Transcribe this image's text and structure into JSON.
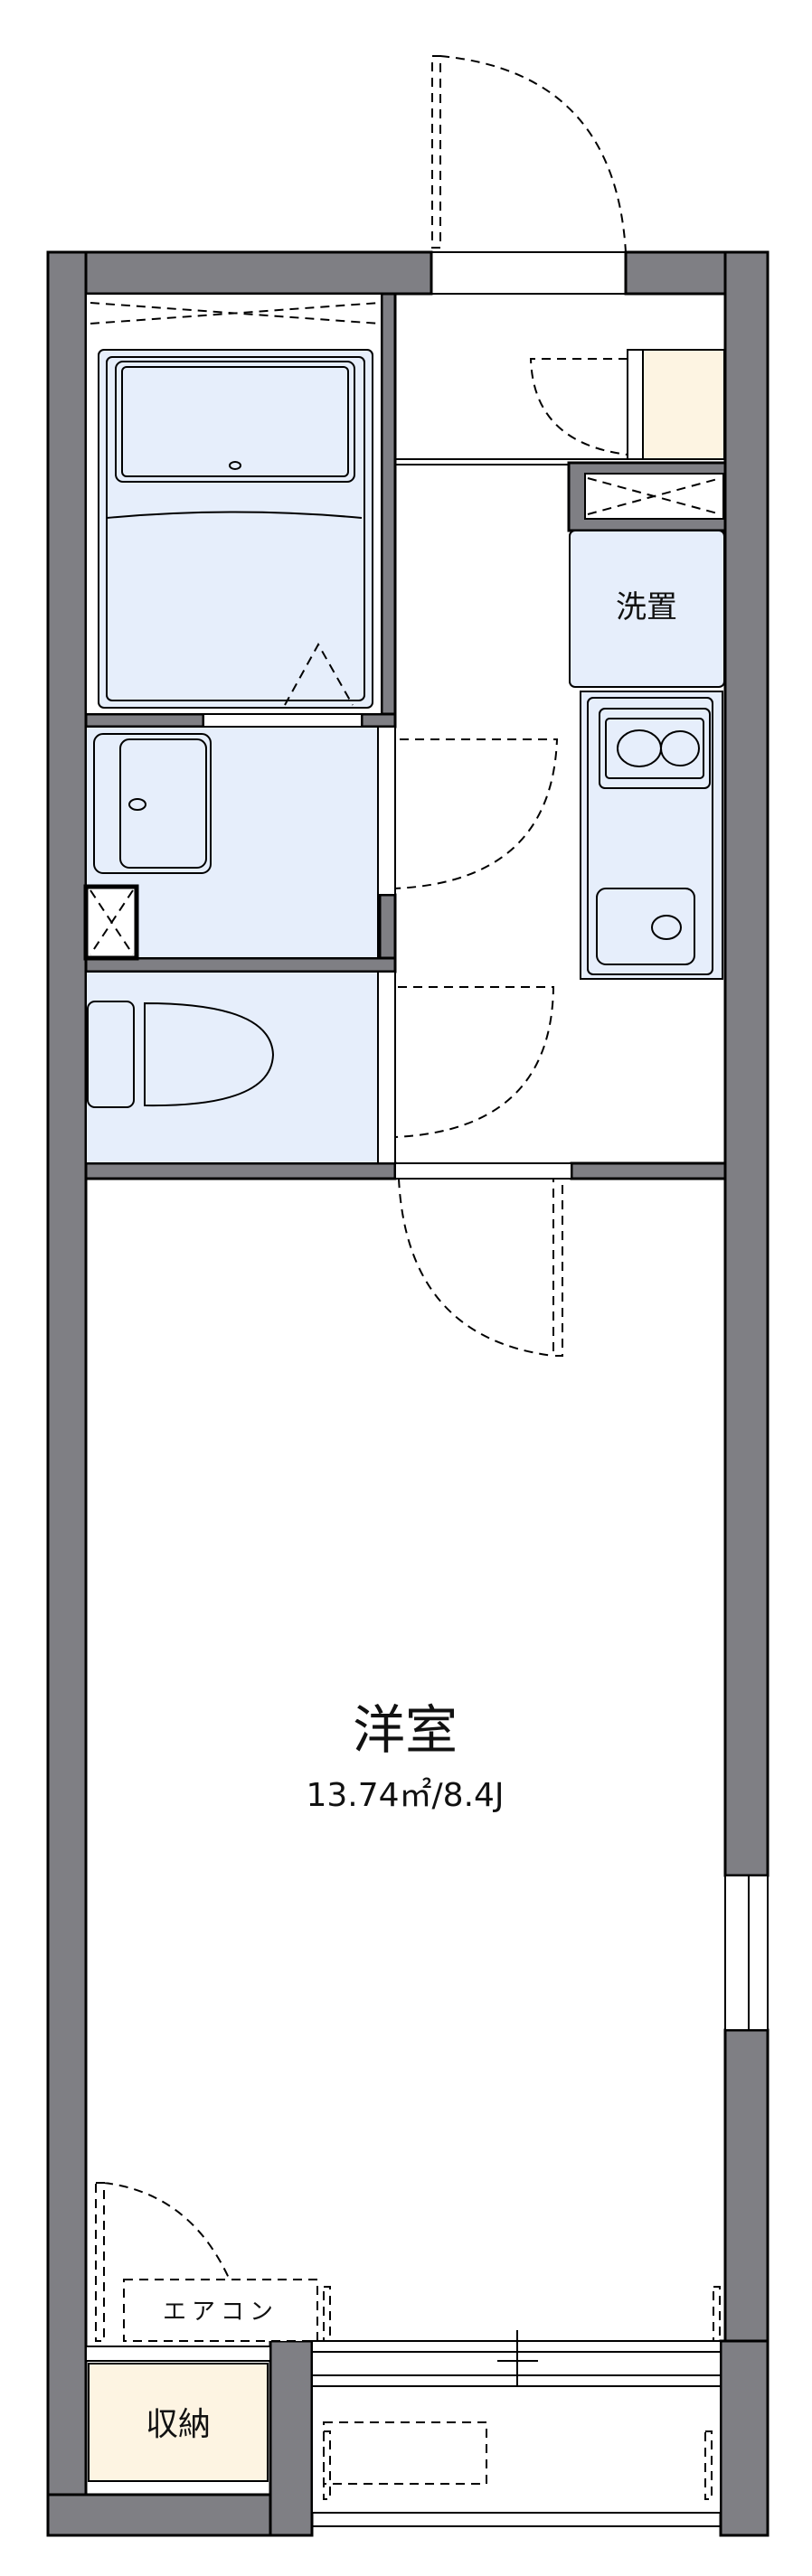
{
  "floorplan": {
    "labels": {
      "washer_space": "洗置",
      "main_room": "洋室",
      "main_room_area": "13.74㎡/8.4J",
      "air_conditioner": "エアコン",
      "storage": "収納"
    },
    "colors": {
      "wall": "#7f7f84",
      "wet_area": "#e6eefb",
      "storage": "#fdf4e2"
    }
  }
}
